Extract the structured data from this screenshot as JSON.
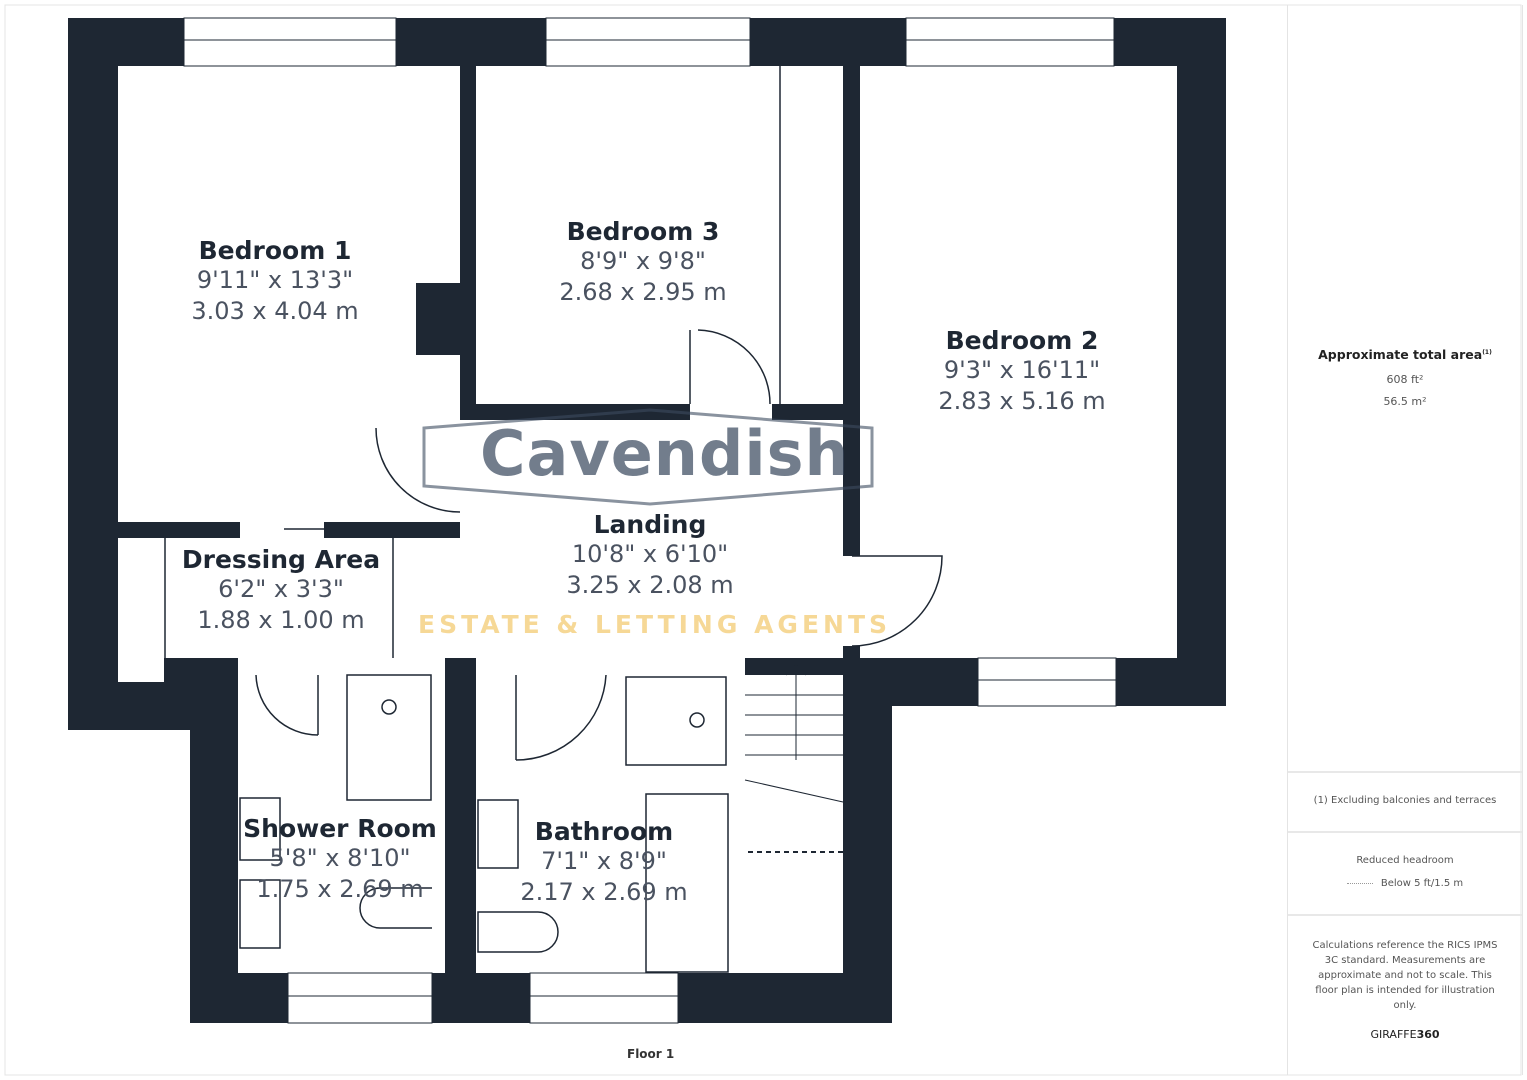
{
  "rooms": [
    {
      "name": "Bedroom 1",
      "imperial": "9'11\" x 13'3\"",
      "metric": "3.03 x 4.04 m"
    },
    {
      "name": "Bedroom 3",
      "imperial": "8'9\" x 9'8\"",
      "metric": "2.68 x 2.95 m"
    },
    {
      "name": "Bedroom 2",
      "imperial": "9'3\" x 16'11\"",
      "metric": "2.83 x 5.16 m"
    },
    {
      "name": "Landing",
      "imperial": "10'8\" x 6'10\"",
      "metric": "3.25 x 2.08 m"
    },
    {
      "name": "Dressing Area",
      "imperial": "6'2\" x 3'3\"",
      "metric": "1.88 x 1.00 m"
    },
    {
      "name": "Shower Room",
      "imperial": "5'8\" x 8'10\"",
      "metric": "1.75 x 2.69 m"
    },
    {
      "name": "Bathroom",
      "imperial": "7'1\" x 8'9\"",
      "metric": "2.17 x 2.69 m"
    }
  ],
  "floor_label": "Floor 1",
  "watermark": {
    "brand": "Cavendish",
    "tagline": "ESTATE & LETTING AGENTS"
  },
  "panel": {
    "area_title": "Approximate total area",
    "area_note_mark": "(1)",
    "area_ft": "608 ft²",
    "area_m": "56.5 m²",
    "footnote": "(1) Excluding balconies and terraces",
    "headroom_title": "Reduced headroom",
    "headroom_legend": "Below 5 ft/1.5 m",
    "disclaimer": "Calculations reference the RICS IPMS 3C standard. Measurements are approximate and not to scale. This floor plan is intended for illustration only.",
    "brand_a": "GIRAFFE",
    "brand_b": "360"
  },
  "colors": {
    "wall": "#1e2733",
    "watermark_gold": "#f0be50"
  }
}
